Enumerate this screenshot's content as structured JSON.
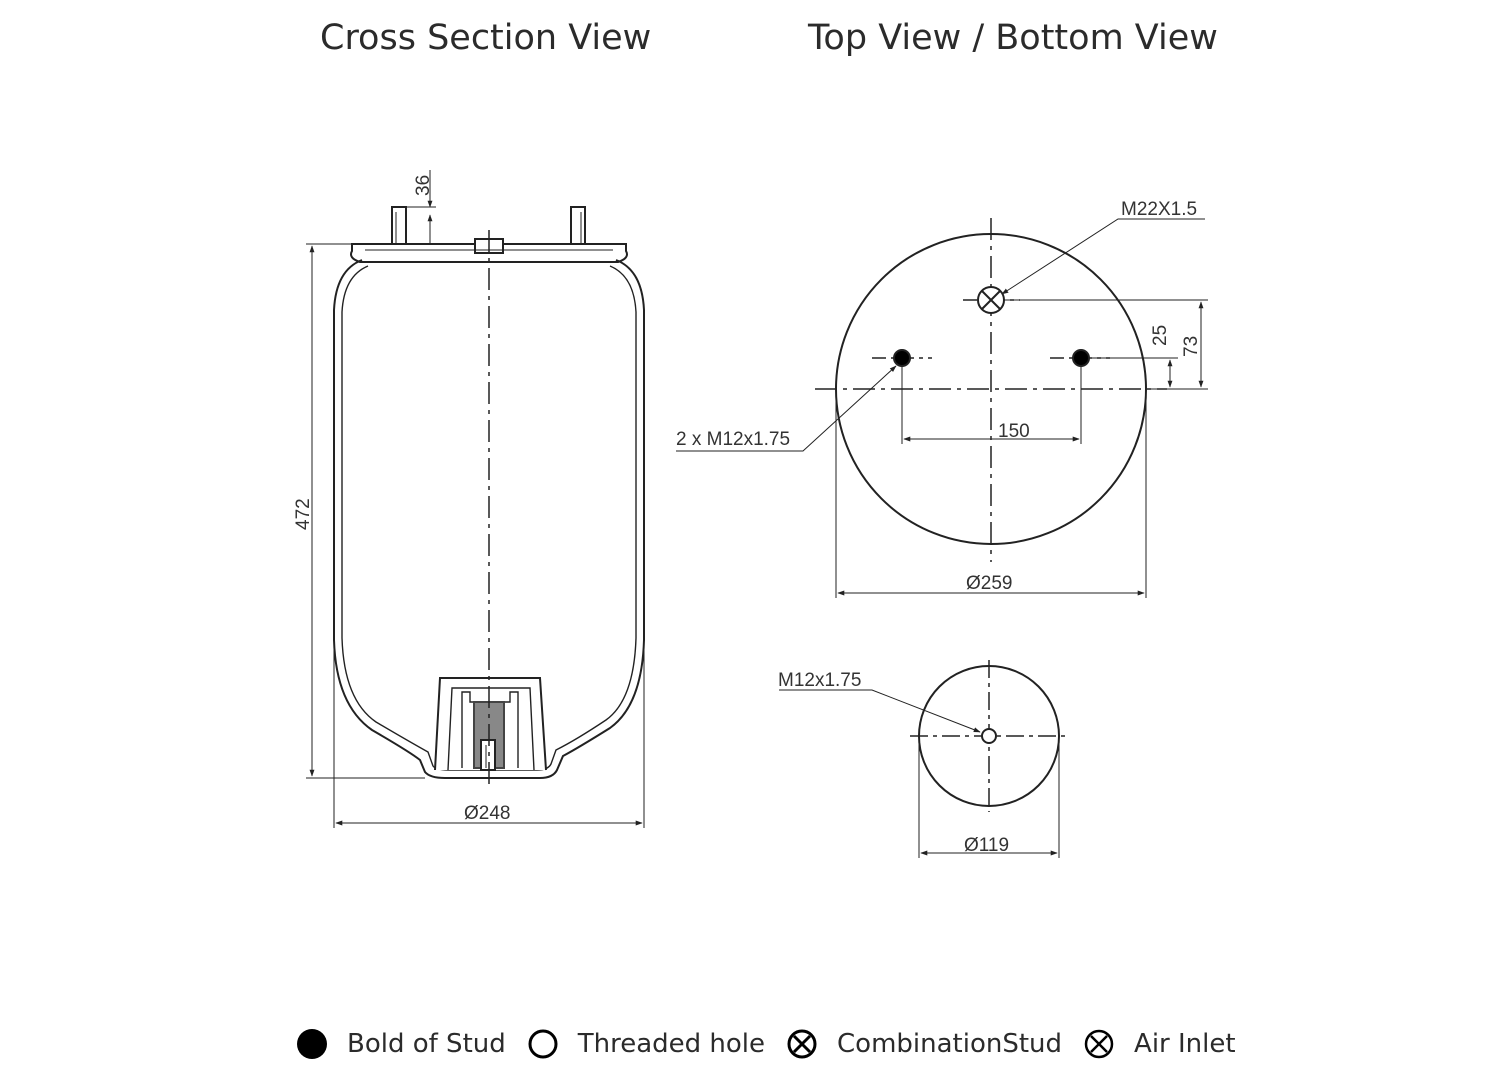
{
  "titles": {
    "cross_section": "Cross Section View",
    "top_bottom": "Top View / Bottom View"
  },
  "dimensions": {
    "stud_height": "36",
    "overall_height": "472",
    "bellow_diameter": "Ø248",
    "top_plate_diameter": "Ø259",
    "air_inlet_thread": "M22X1.5",
    "stud_thread": "2 x M12x1.75",
    "stud_spacing": "150",
    "stud_offset": "25",
    "inlet_offset": "73",
    "bottom_thread": "M12x1.75",
    "bottom_diameter": "Ø119"
  },
  "legend": [
    {
      "symbol": "filled-circle-icon",
      "label": "Bold of Stud"
    },
    {
      "symbol": "open-circle-icon",
      "label": "Threaded hole"
    },
    {
      "symbol": "circle-x-icon",
      "label": "CombinationStud"
    },
    {
      "symbol": "circle-cross-icon",
      "label": "Air Inlet"
    }
  ]
}
